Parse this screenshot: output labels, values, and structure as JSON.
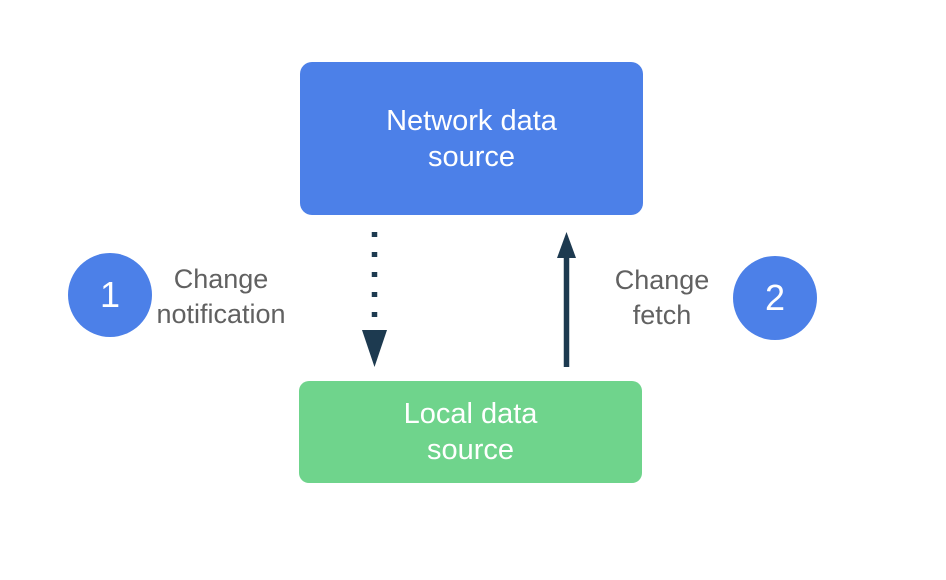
{
  "colors": {
    "blue": "#4c80e8",
    "green": "#6fd48c",
    "arrow": "#1d3a50",
    "gray": "#616161",
    "white": "#ffffff",
    "background": "#ffffff"
  },
  "boxes": {
    "network": {
      "lines": [
        "Network data",
        "source"
      ]
    },
    "local": {
      "lines": [
        "Local data",
        "source"
      ]
    }
  },
  "steps": [
    {
      "number": "1",
      "lines": [
        "Change",
        "notification"
      ]
    },
    {
      "number": "2",
      "lines": [
        "Change",
        "fetch"
      ]
    }
  ],
  "icons": {
    "notification_arrow": "dotted-down-arrow-icon",
    "fetch_arrow": "solid-up-arrow-icon"
  }
}
